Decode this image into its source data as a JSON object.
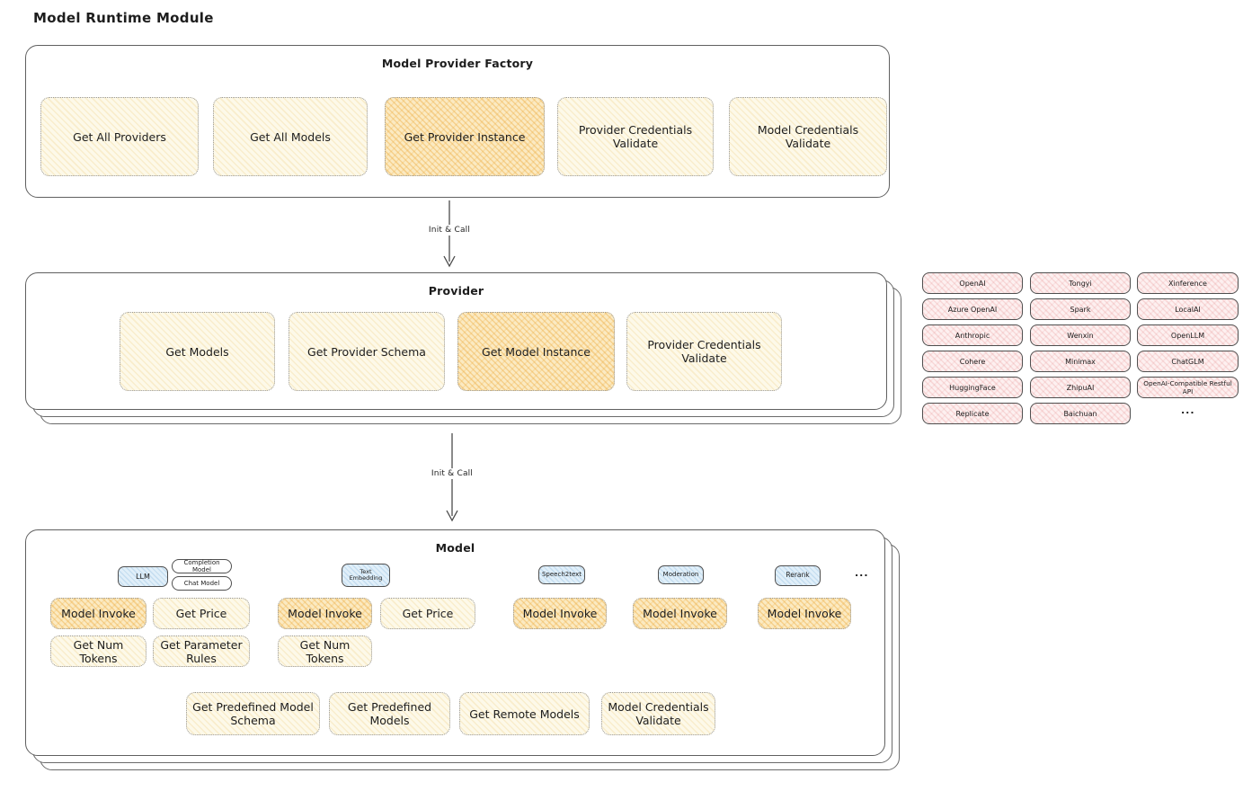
{
  "page_title": "Model Runtime Module",
  "arrow_label": "Init & Call",
  "factory": {
    "title": "Model Provider Factory",
    "items": [
      {
        "label": "Get All Providers",
        "highlighted": false
      },
      {
        "label": "Get All Models",
        "highlighted": false
      },
      {
        "label": "Get Provider Instance",
        "highlighted": true
      },
      {
        "label": "Provider Credentials Validate",
        "highlighted": false
      },
      {
        "label": "Model Credentials Validate",
        "highlighted": false
      }
    ]
  },
  "provider": {
    "title": "Provider",
    "items": [
      {
        "label": "Get Models",
        "highlighted": false
      },
      {
        "label": "Get Provider Schema",
        "highlighted": false
      },
      {
        "label": "Get Model Instance",
        "highlighted": true
      },
      {
        "label": "Provider Credentials Validate",
        "highlighted": false
      }
    ]
  },
  "providers_grid": {
    "col1": [
      "OpenAI",
      "Azure OpenAI",
      "Anthropic",
      "Cohere",
      "HuggingFace",
      "Replicate"
    ],
    "col2": [
      "Tongyi",
      "Spark",
      "Wenxin",
      "Minimax",
      "ZhipuAI",
      "Baichuan"
    ],
    "col3": [
      "Xinference",
      "LocalAI",
      "OpenLLM",
      "ChatGLM",
      "OpenAI-Compatible Restful API"
    ],
    "more": "..."
  },
  "model": {
    "title": "Model",
    "tabs": {
      "llm": "LLM",
      "completion_model": "Completion Model",
      "chat_model": "Chat Model",
      "text_embedding": "Text Embedding",
      "speech2text": "Speech2text",
      "moderation": "Moderation",
      "rerank": "Rerank",
      "more": "..."
    },
    "functions": {
      "model_invoke": "Model Invoke",
      "get_price": "Get Price",
      "get_num_tokens": "Get Num Tokens",
      "get_parameter_rules": "Get Parameter Rules"
    },
    "bottom_items": [
      "Get Predefined Model Schema",
      "Get Predefined Models",
      "Get Remote Models",
      "Model Credentials Validate"
    ]
  },
  "colors": {
    "highlight_orange": "#f2c078",
    "light_yellow": "#fdf9e9",
    "provider_pink": "#fdeeee",
    "tab_blue": "#e1eff9"
  }
}
